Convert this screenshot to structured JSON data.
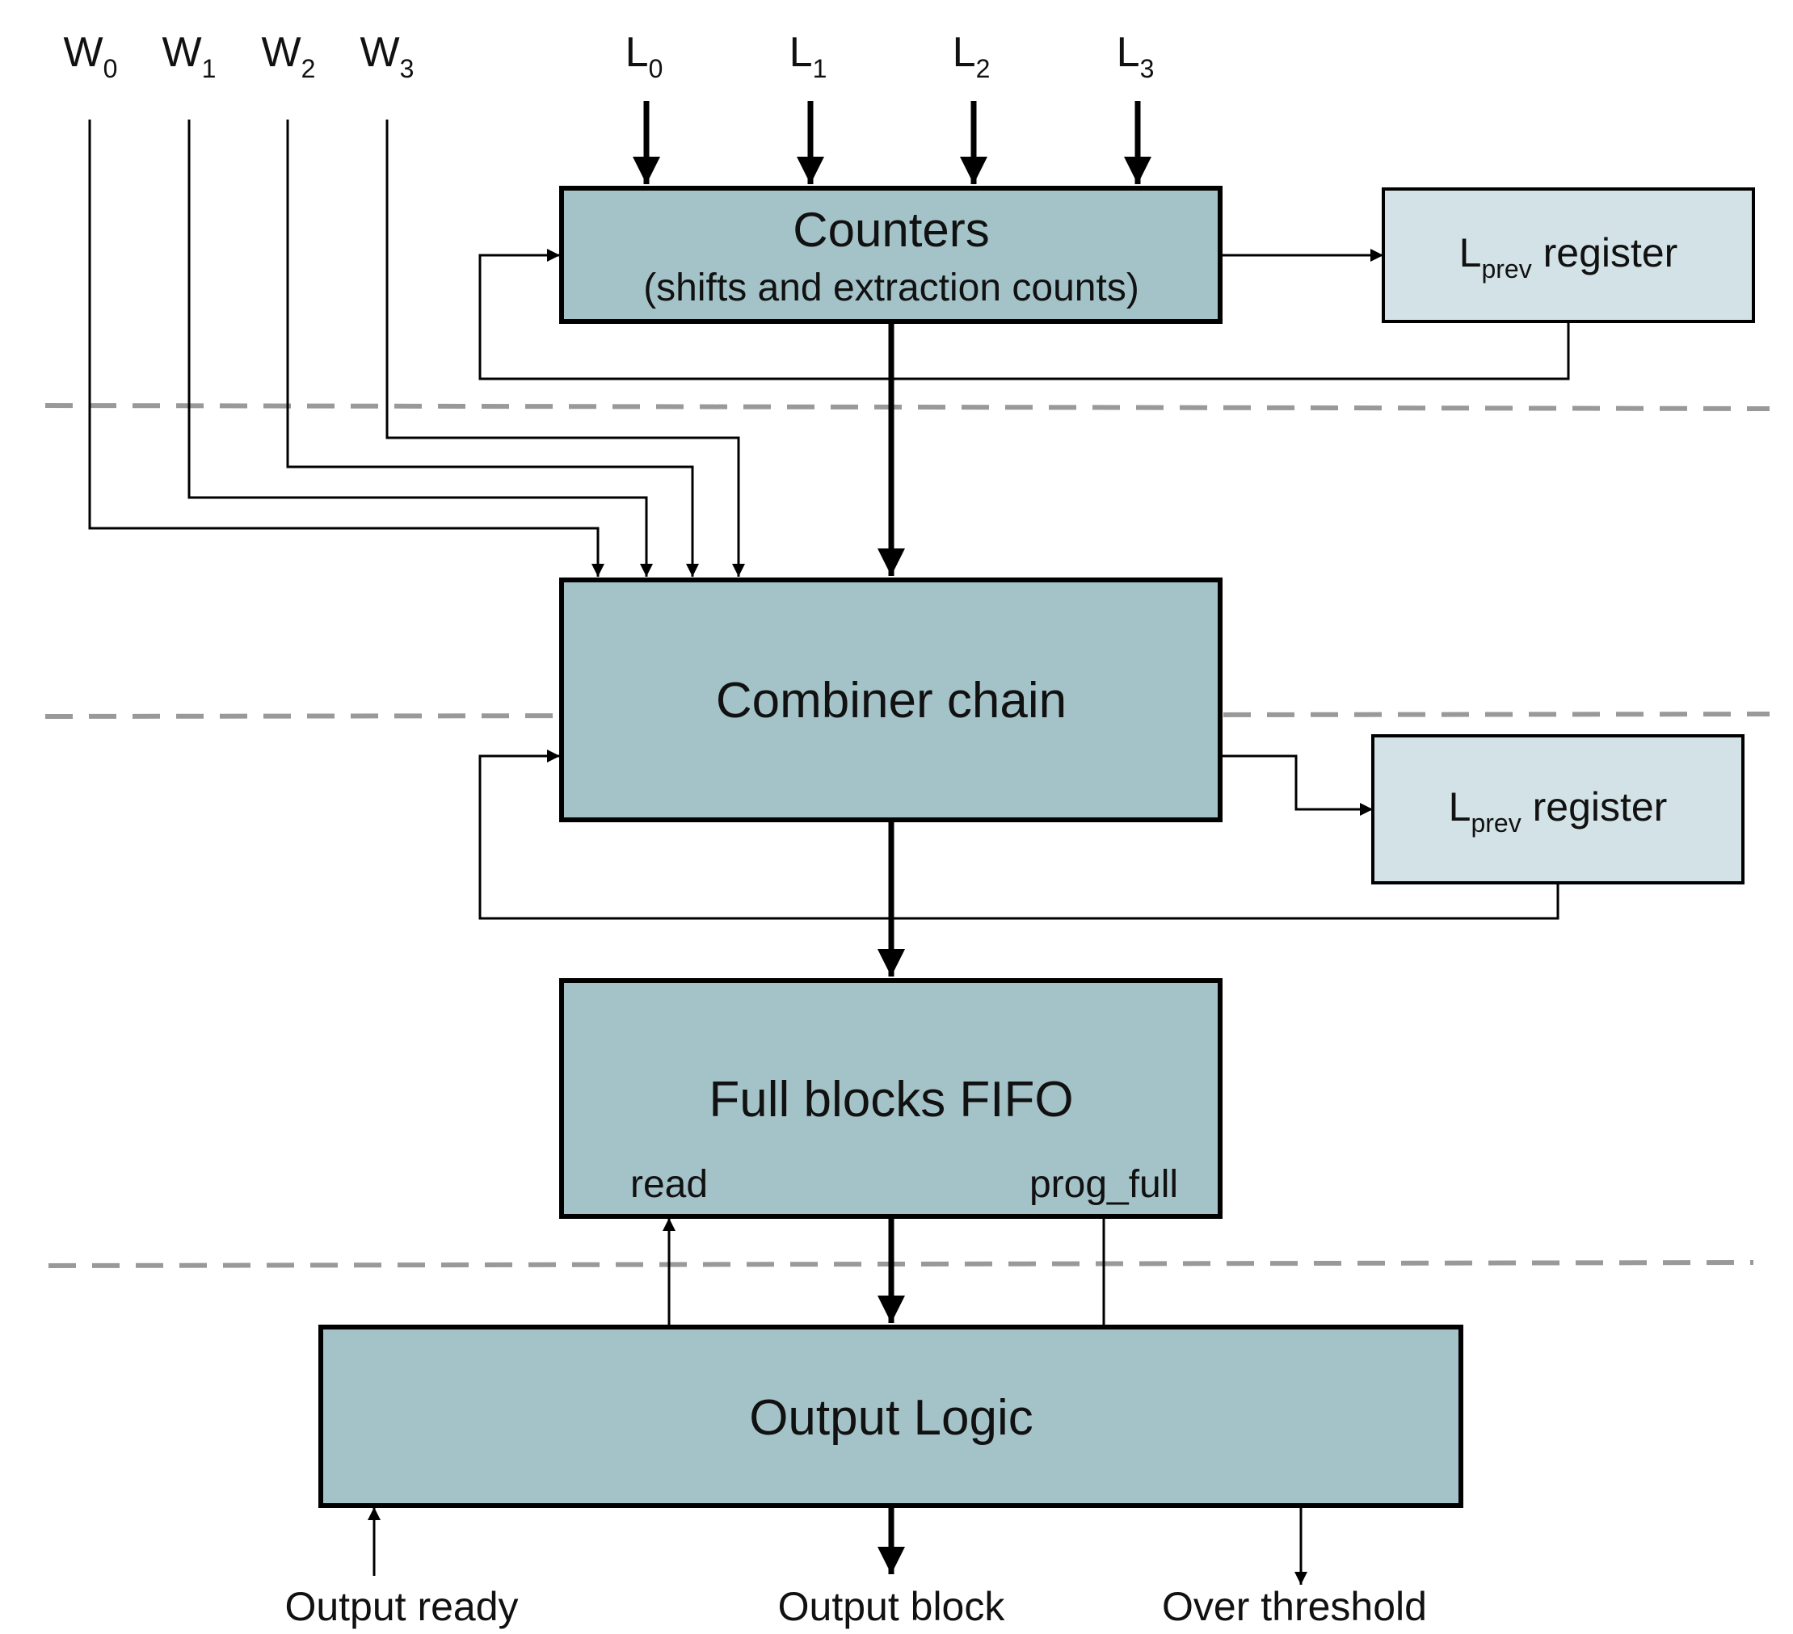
{
  "colors": {
    "block_fill": "#a4c3c8",
    "register_fill": "#d3e2e6",
    "stroke": "#000000",
    "dashed_separator": "#999999",
    "background": "#ffffff"
  },
  "inputs_w": [
    {
      "base": "W",
      "sub": "0"
    },
    {
      "base": "W",
      "sub": "1"
    },
    {
      "base": "W",
      "sub": "2"
    },
    {
      "base": "W",
      "sub": "3"
    }
  ],
  "inputs_l": [
    {
      "base": "L",
      "sub": "0"
    },
    {
      "base": "L",
      "sub": "1"
    },
    {
      "base": "L",
      "sub": "2"
    },
    {
      "base": "L",
      "sub": "3"
    }
  ],
  "blocks": {
    "counters": {
      "title": "Counters",
      "subtitle": "(shifts and extraction counts)"
    },
    "combiner": {
      "title": "Combiner chain"
    },
    "fifo": {
      "title": "Full blocks FIFO",
      "port_read": "read",
      "port_prog_full": "prog_full"
    },
    "output_logic": {
      "title": "Output Logic"
    }
  },
  "registers": [
    {
      "base": "L",
      "sub": "prev",
      "rest": " register"
    },
    {
      "base": "L",
      "sub": "prev",
      "rest": " register"
    }
  ],
  "outputs": {
    "ready": "Output ready",
    "block": "Output block",
    "threshold": "Over threshold"
  }
}
